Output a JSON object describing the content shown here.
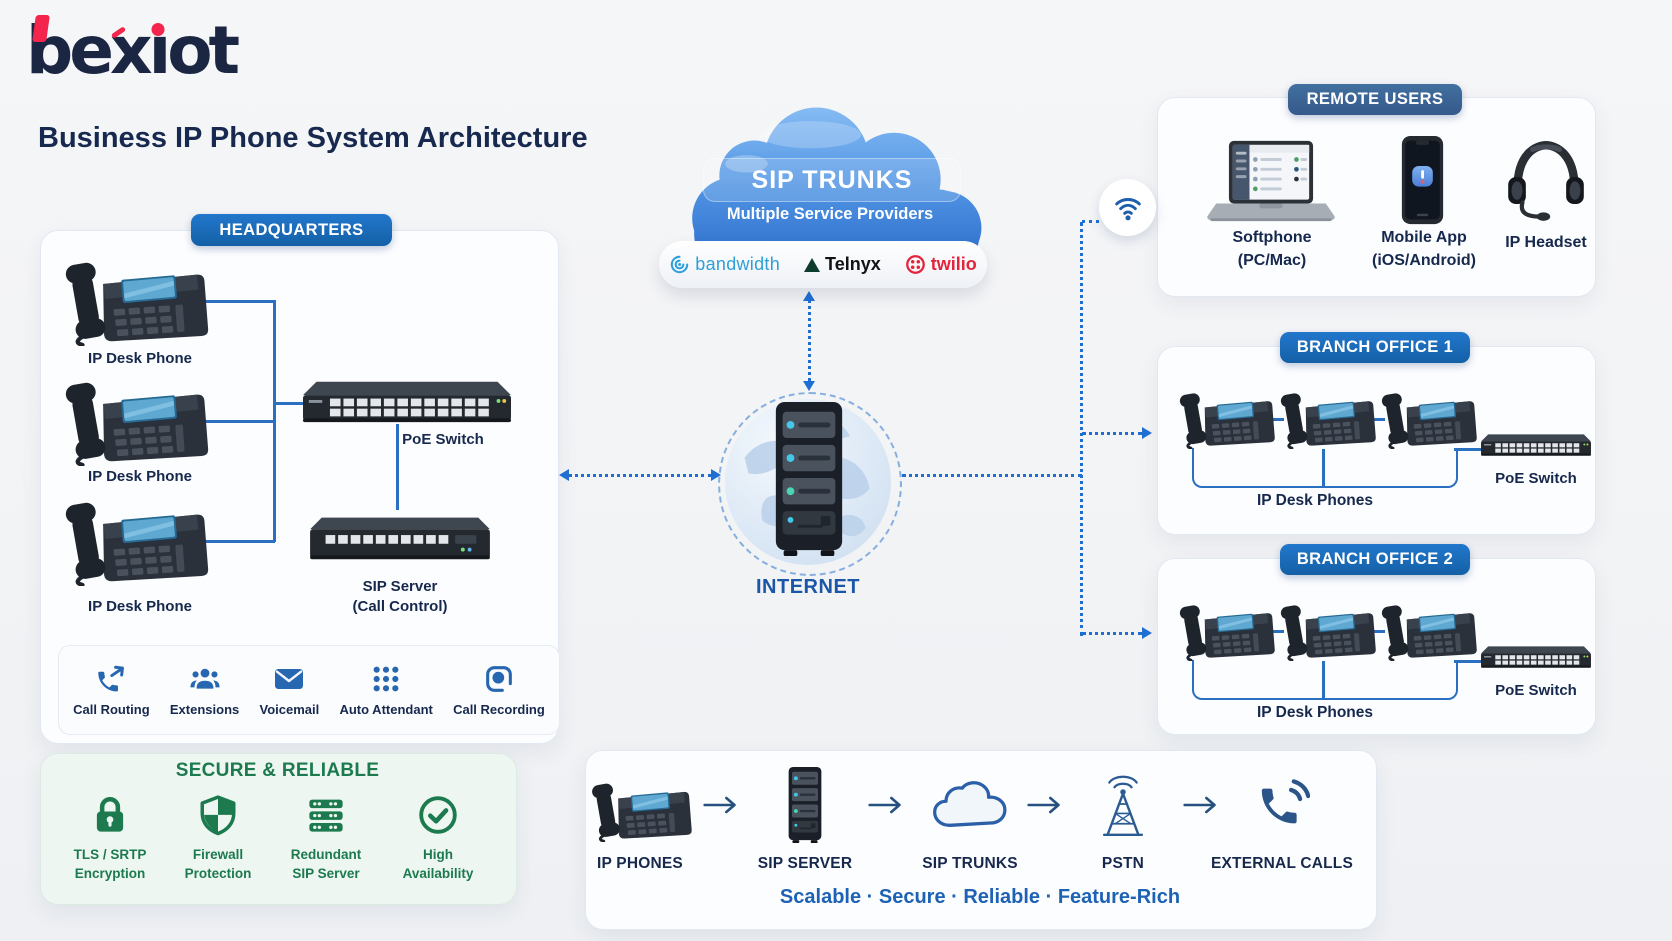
{
  "brand": {
    "logo_a": "be",
    "logo_b": "x",
    "logo_c": "ı",
    "logo_d": "ot",
    "title": "Business IP Phone System Architecture"
  },
  "headquarters": {
    "title": "HEADQUARTERS",
    "phones": [
      "IP Desk Phone",
      "IP Desk Phone",
      "IP Desk Phone"
    ],
    "poe_switch": "PoE Switch",
    "sip_server": "SIP Server",
    "sip_server_sub": "(Call Control)",
    "features": [
      {
        "icon": "call-routing-icon",
        "label": "Call Routing"
      },
      {
        "icon": "extensions-icon",
        "label": "Extensions"
      },
      {
        "icon": "voicemail-icon",
        "label": "Voicemail"
      },
      {
        "icon": "auto-attendant-icon",
        "label": "Auto Attendant"
      },
      {
        "icon": "call-recording-icon",
        "label": "Call Recording"
      }
    ]
  },
  "sip_trunks": {
    "title": "SIP TRUNKS",
    "subtitle": "Multiple Service Providers",
    "providers": [
      {
        "name": "bandwidth",
        "color": "#2e9fd8"
      },
      {
        "name": "Telnyx",
        "color": "#101416"
      },
      {
        "name": "twilio",
        "color": "#e3243b"
      }
    ]
  },
  "internet": {
    "label": "INTERNET"
  },
  "remote_users": {
    "title": "REMOTE USERS",
    "items": [
      {
        "label": "Softphone",
        "sublabel": "(PC/Mac)"
      },
      {
        "label": "Mobile App",
        "sublabel": "(iOS/Android)"
      },
      {
        "label": "IP Headset",
        "sublabel": ""
      }
    ]
  },
  "branch_office_1": {
    "title": "BRANCH OFFICE 1",
    "phones_label": "IP Desk Phones",
    "poe_switch": "PoE Switch"
  },
  "branch_office_2": {
    "title": "BRANCH OFFICE 2",
    "phones_label": "IP Desk Phones",
    "poe_switch": "PoE Switch"
  },
  "secure_reliable": {
    "title": "SECURE & RELIABLE",
    "items": [
      {
        "line1": "TLS / SRTP",
        "line2": "Encryption"
      },
      {
        "line1": "Firewall",
        "line2": "Protection"
      },
      {
        "line1": "Redundant",
        "line2": "SIP Server"
      },
      {
        "line1": "High",
        "line2": "Availability"
      }
    ]
  },
  "call_flow": {
    "steps": [
      {
        "label": "IP PHONES"
      },
      {
        "label": "SIP SERVER"
      },
      {
        "label": "SIP TRUNKS"
      },
      {
        "label": "PSTN"
      },
      {
        "label": "EXTERNAL CALLS"
      }
    ],
    "tagline": "Scalable  ·  Secure  ·  Reliable  ·  Feature-Rich"
  },
  "colors": {
    "accent_blue": "#1a6bbf",
    "navy": "#17284d",
    "green": "#1c7a4e",
    "logo_red": "#f4254c",
    "bandwidth_blue": "#2e9fd8",
    "twilio_red": "#e3243b",
    "dotted_line": "#1f6fd2",
    "cloud_blue": "#4e92e2"
  }
}
